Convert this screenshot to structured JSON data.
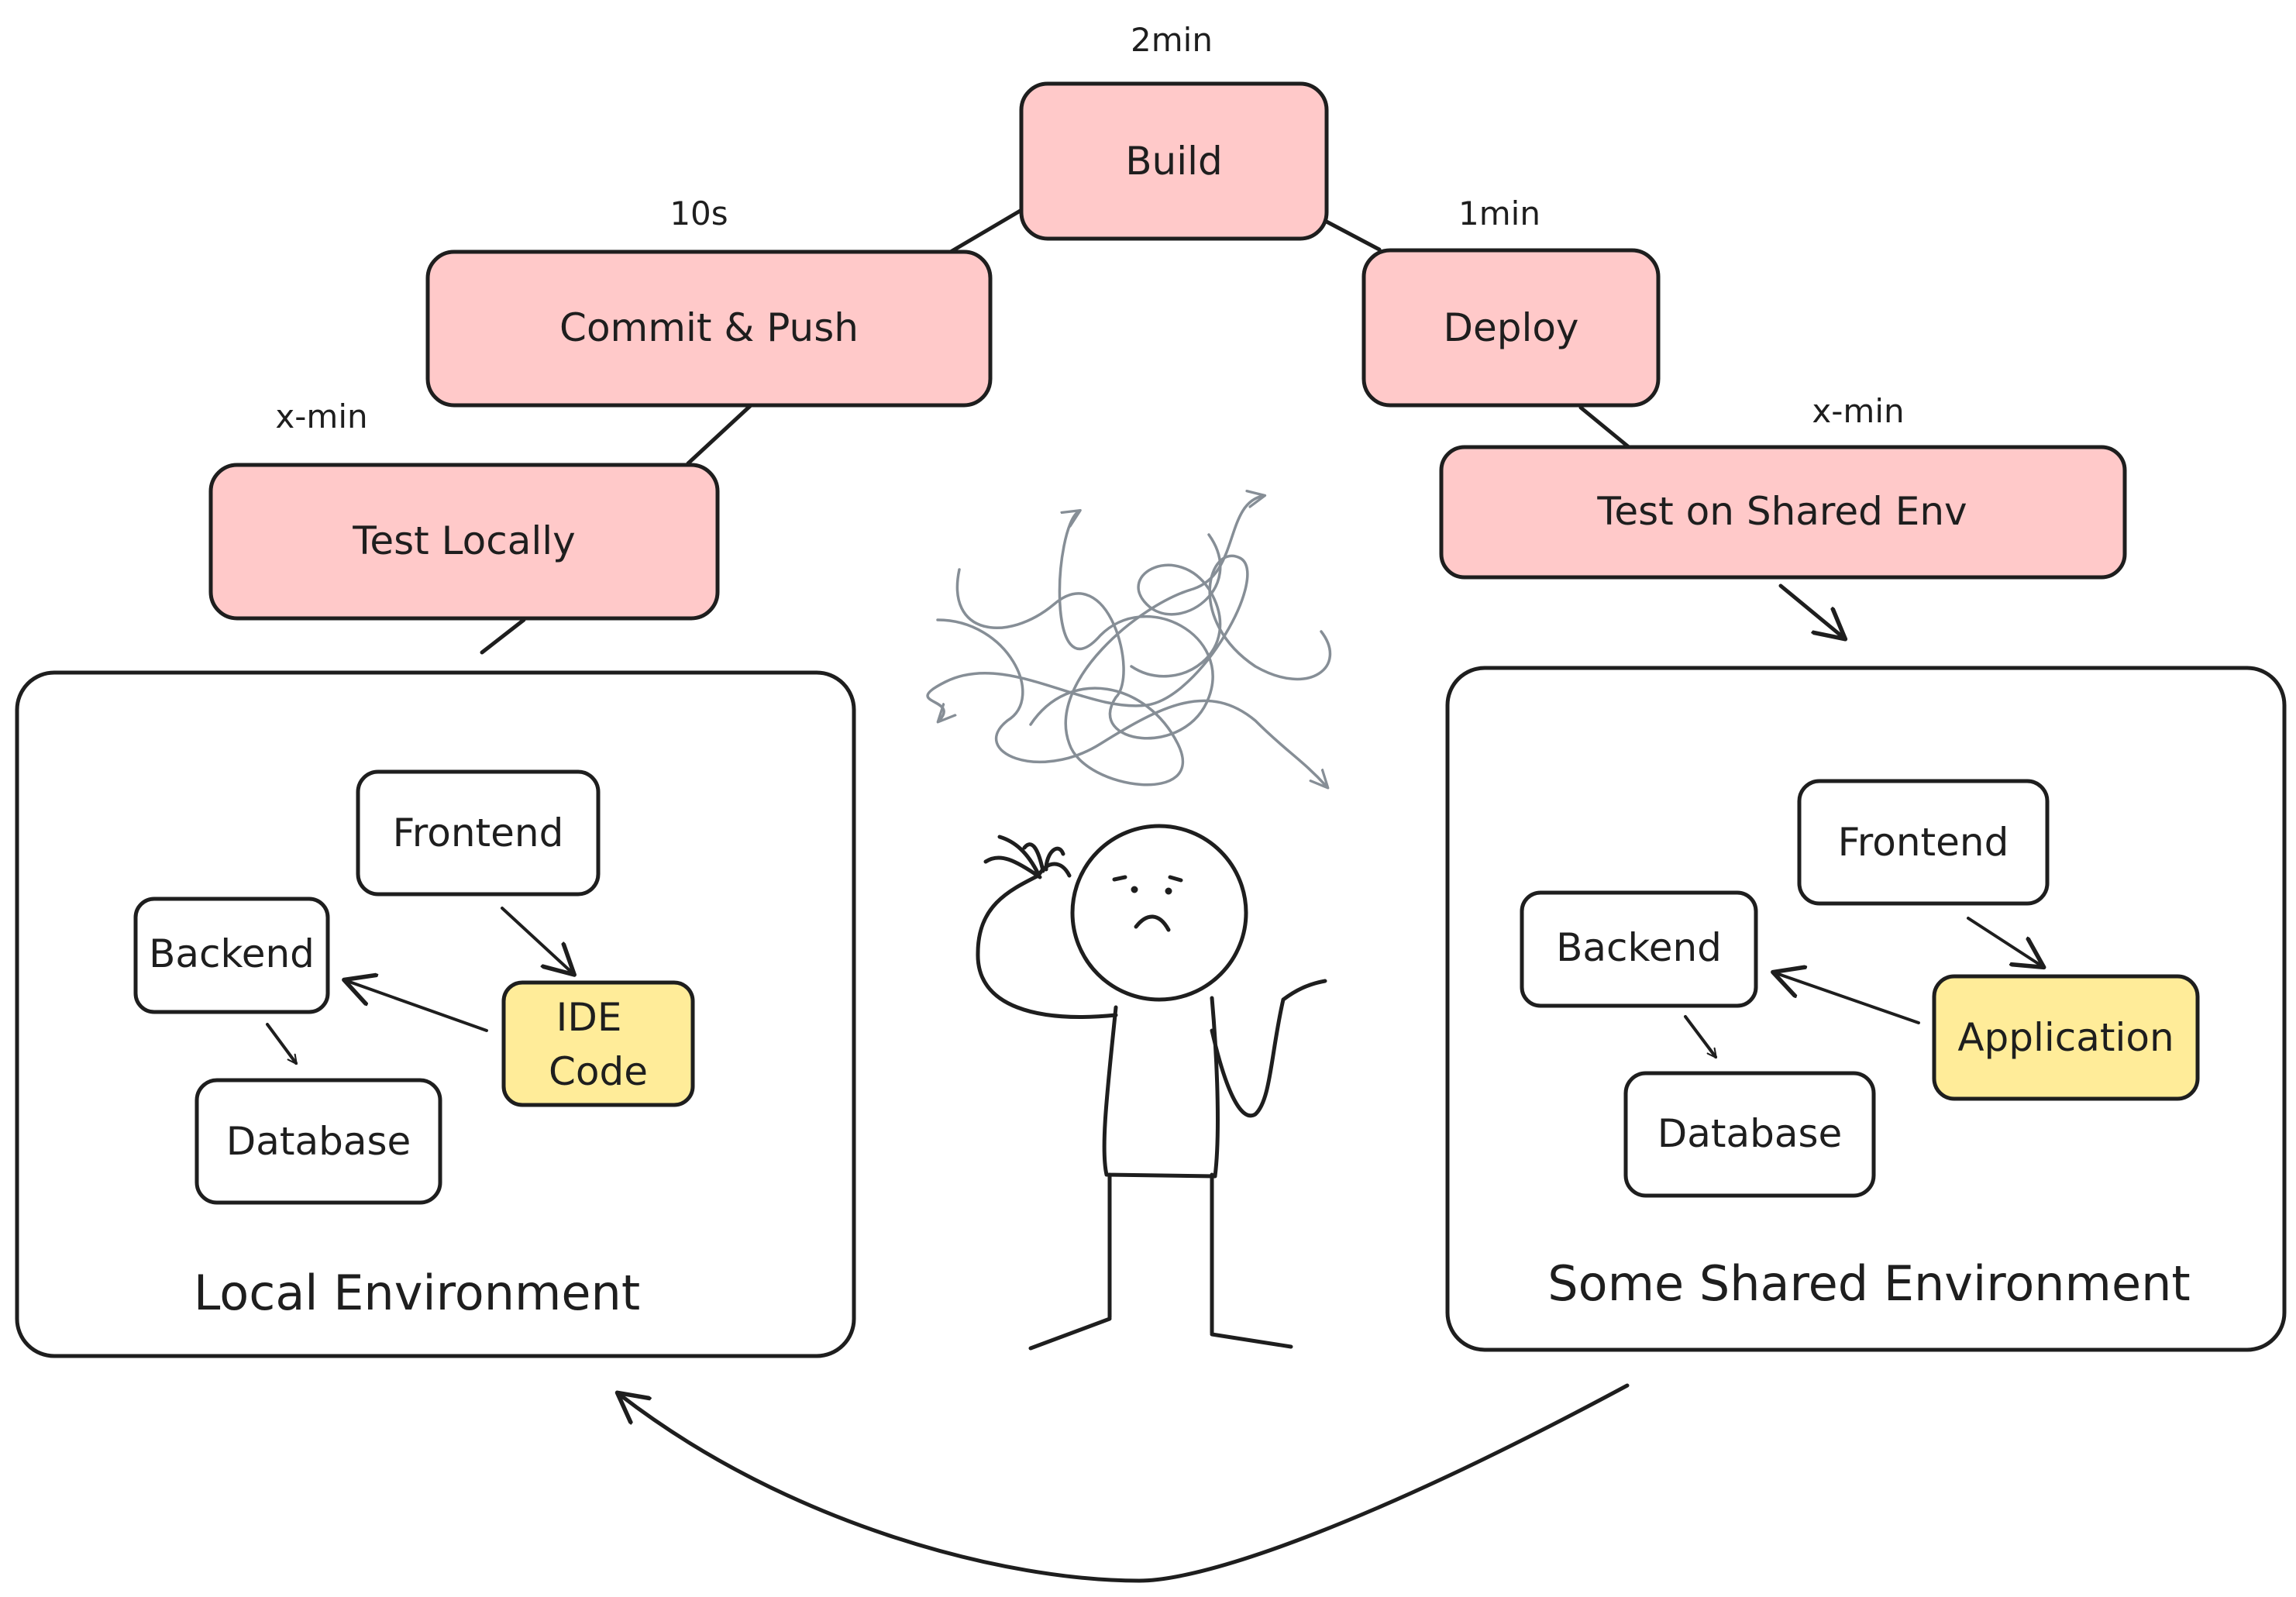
{
  "colors": {
    "step_fill": "#ffc9c9",
    "highlight_fill": "#ffec99",
    "stroke": "#1e1e1e",
    "scribble": "#868e96"
  },
  "cycle": {
    "build": {
      "label": "Build",
      "time": "2min"
    },
    "commit_push": {
      "label": "Commit & Push",
      "time": "10s"
    },
    "deploy": {
      "label": "Deploy",
      "time": "1min"
    },
    "test_locally": {
      "label": "Test Locally",
      "time": "x-min"
    },
    "test_shared": {
      "label": "Test on Shared Env",
      "time": "x-min"
    }
  },
  "local_env": {
    "title": "Local Environment",
    "frontend": "Frontend",
    "backend": "Backend",
    "database": "Database",
    "code_line1": "IDE",
    "code_line2": "Code"
  },
  "shared_env": {
    "title": "Some Shared Environment",
    "frontend": "Frontend",
    "backend": "Backend",
    "database": "Database",
    "application": "Application"
  },
  "icons": {
    "person": "confused-stick-figure-icon",
    "scribble": "tangled-arrows-icon"
  }
}
